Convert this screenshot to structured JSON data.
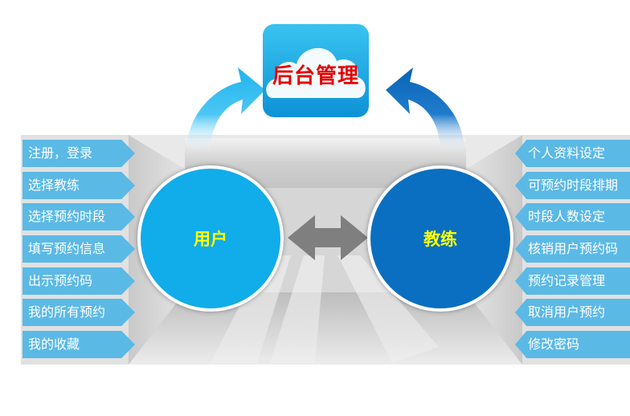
{
  "center_top": {
    "label": "后台管理"
  },
  "user_circle": {
    "label": "用户"
  },
  "coach_circle": {
    "label": "教练"
  },
  "user_features": [
    "注册，登录",
    "选择教练",
    "选择预约时段",
    "填写预约信息",
    "出示预约码",
    "我的所有预约",
    "我的收藏"
  ],
  "coach_features": [
    "个人资料设定",
    "可预约时段排期",
    "时段人数设定",
    "核销用户预约码",
    "预约记录管理",
    "取消用户预约",
    "修改密码"
  ],
  "colors": {
    "user": "#11acea",
    "coach": "#0a6fc0",
    "label_bg": "#5bb9e6",
    "circle_text": "#ffff00",
    "admin_text": "#e60000"
  },
  "icons": [
    "cloud-icon",
    "double-arrow-icon",
    "curved-arrow-left-icon",
    "curved-arrow-right-icon"
  ]
}
